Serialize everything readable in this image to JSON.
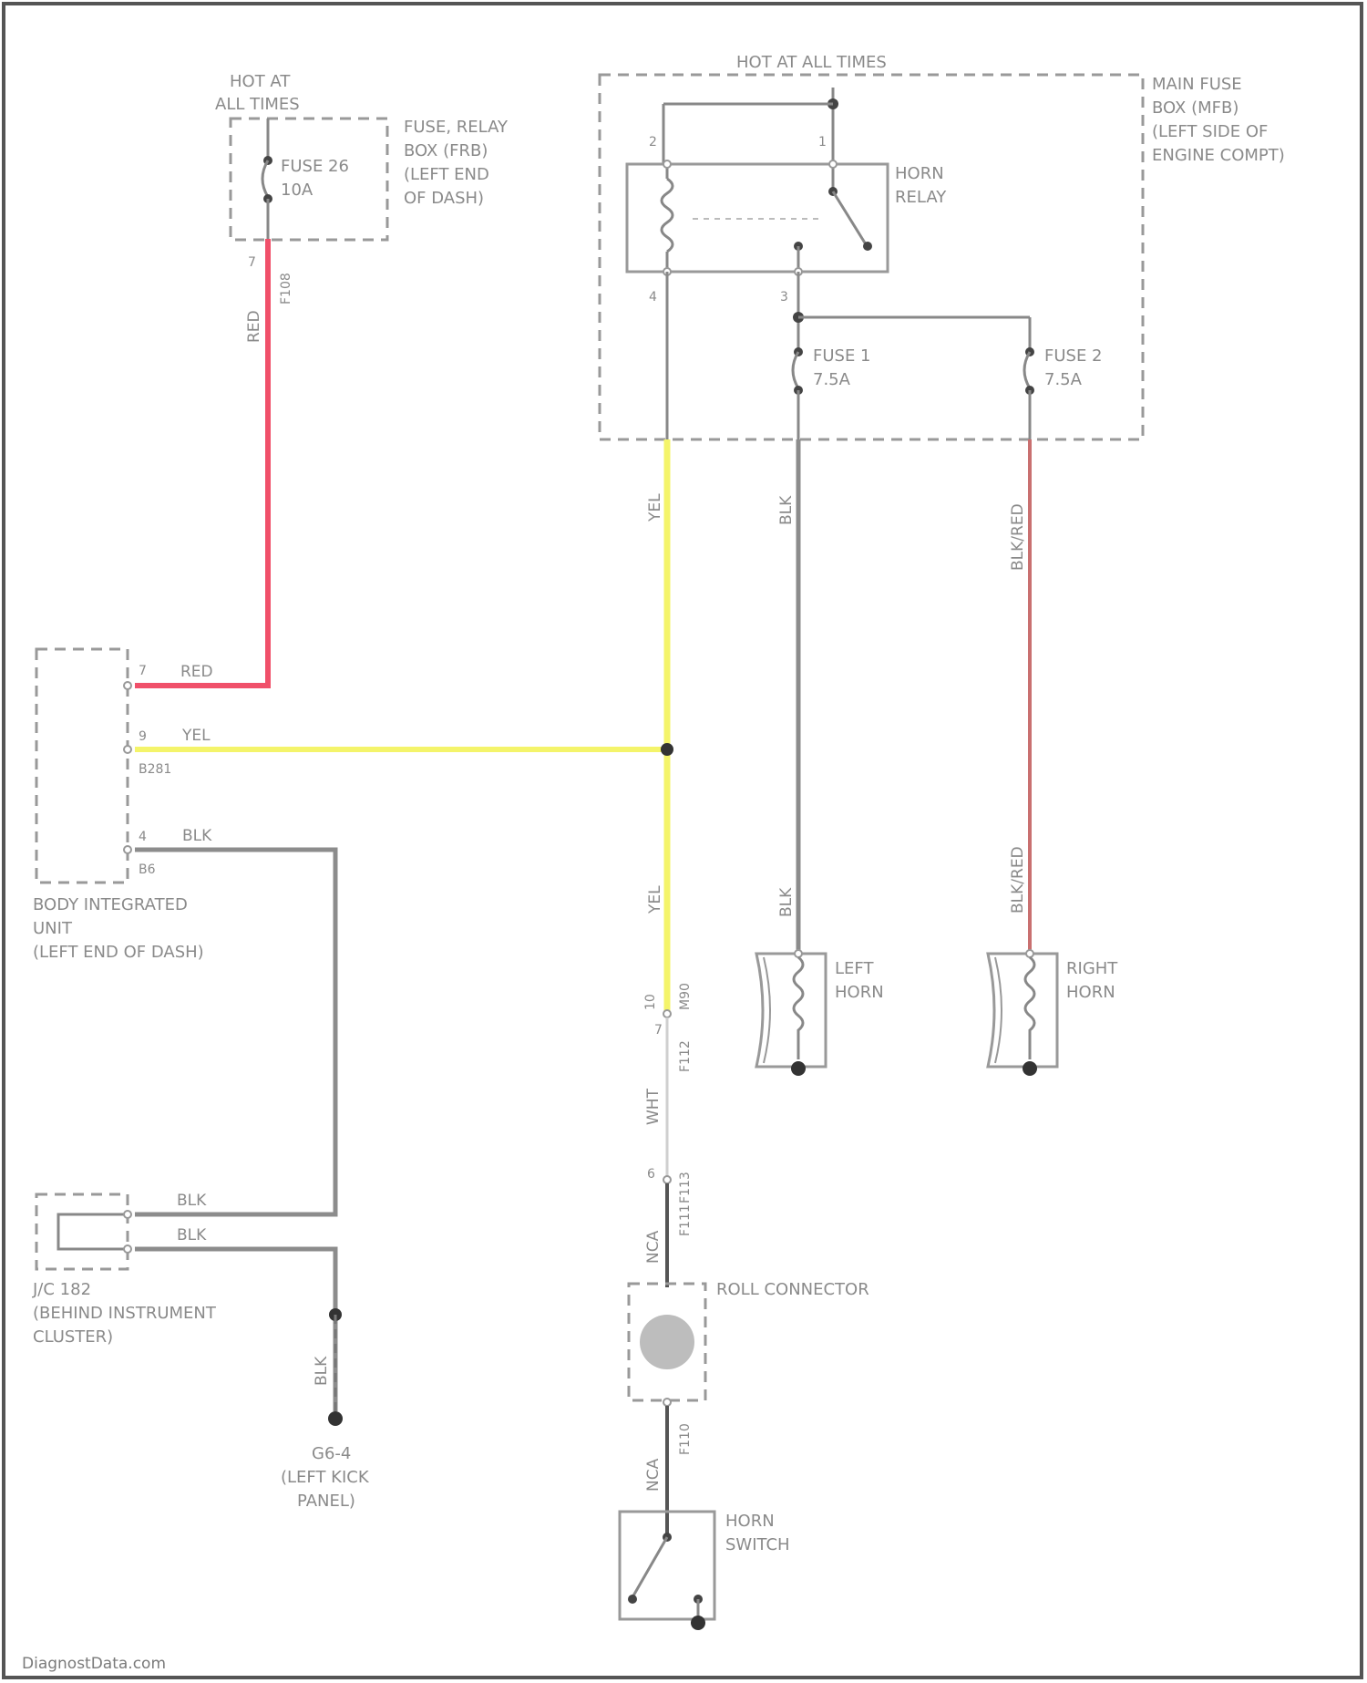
{
  "labels": {
    "hot_left": [
      "HOT AT",
      "ALL TIMES"
    ],
    "hot_top": "HOT AT ALL TIMES",
    "fuse26": [
      "FUSE 26",
      "10A"
    ],
    "frb": [
      "FUSE, RELAY",
      "BOX (FRB)",
      "(LEFT END",
      "OF DASH)"
    ],
    "horn_relay": [
      "HORN",
      "RELAY"
    ],
    "mfb": [
      "MAIN FUSE",
      "BOX (MFB)",
      "(LEFT SIDE OF",
      "ENGINE COMPT)"
    ],
    "fuse1": [
      "FUSE 1",
      "7.5A"
    ],
    "fuse2": [
      "FUSE 2",
      "7.5A"
    ],
    "biu": [
      "BODY INTEGRATED",
      "UNIT",
      "(LEFT END OF DASH)"
    ],
    "jc": [
      "J/C 182",
      "(BEHIND INSTRUMENT",
      "CLUSTER)"
    ],
    "gnd": [
      "G6-4",
      "(LEFT KICK",
      "PANEL)"
    ],
    "left_horn": [
      "LEFT",
      "HORN"
    ],
    "right_horn": [
      "RIGHT",
      "HORN"
    ],
    "roll": "ROLL CONNECTOR",
    "horn_switch": [
      "HORN",
      "SWITCH"
    ],
    "watermark": "DiagnostData.com"
  },
  "wires": {
    "red": "RED",
    "yel": "YEL",
    "blk": "BLK",
    "blkred": "BLK/RED",
    "wht": "WHT",
    "ncl": "NCA"
  },
  "pins": {
    "frb_pin": "7",
    "frb_conn": "F108",
    "relay_p2": "2",
    "relay_p1": "1",
    "relay_p4": "4",
    "relay_p3": "3",
    "biu_p7": "7",
    "biu_p9": "9",
    "biu_conn1": "B281",
    "biu_p4": "4",
    "biu_conn2": "B6",
    "c_10": "10",
    "c_m": "M90",
    "c_7": "7",
    "c_f12": "F112",
    "c_6": "6",
    "c_f13": "F113",
    "c_f11": "F111",
    "c_f10": "F110"
  },
  "colors": {
    "red": "#f0506a",
    "yellow": "#f4f46a",
    "gray": "#8c8c8c",
    "dark": "#555555",
    "darkred": "#c97070"
  }
}
